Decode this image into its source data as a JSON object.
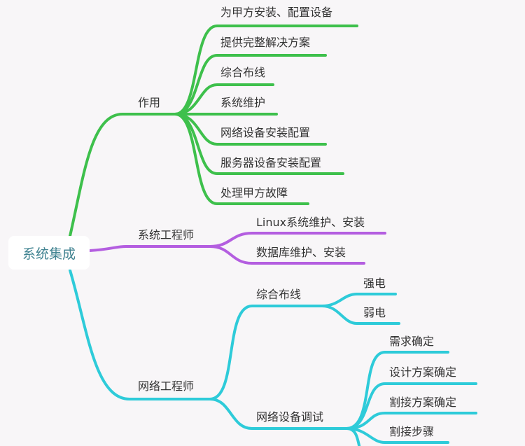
{
  "colors": {
    "green": "#3ec04c",
    "purple": "#b45ee0",
    "cyan": "#2ecbd9",
    "root_text": "#3f8290"
  },
  "root": "系统集成",
  "branches": [
    {
      "label": "作用",
      "children": [
        "为甲方安装、配置设备",
        "提供完整解决方案",
        "综合布线",
        "系统维护",
        "网络设备安装配置",
        "服务器设备安装配置",
        "处理甲方故障"
      ]
    },
    {
      "label": "系统工程师",
      "children": [
        "Linux系统维护、安装",
        "数据库维护、安装"
      ]
    },
    {
      "label": "网络工程师",
      "children": [
        {
          "label": "综合布线",
          "children": [
            "强电",
            "弱电"
          ]
        },
        {
          "label": "网络设备调试",
          "children": [
            "需求确定",
            "设计方案确定",
            "割接方案确定",
            "割接步骤"
          ]
        }
      ]
    }
  ]
}
